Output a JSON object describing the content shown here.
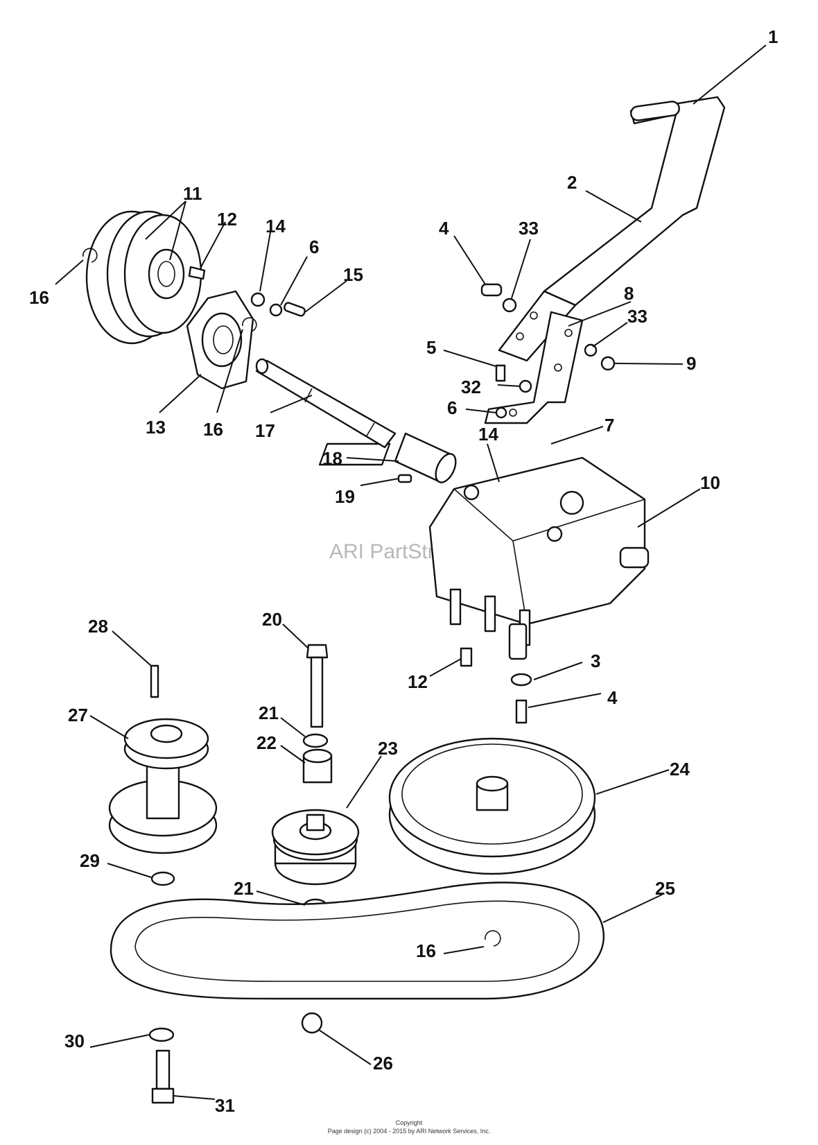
{
  "watermark": {
    "text": "ARI PartStream",
    "trademark": "™"
  },
  "footer": {
    "line1": "Copyright",
    "line2": "Page design (c) 2004 - 2015 by ARI Network Services, Inc."
  },
  "callouts": [
    {
      "id": "c1",
      "text": "1"
    },
    {
      "id": "c2",
      "text": "2"
    },
    {
      "id": "c4a",
      "text": "4"
    },
    {
      "id": "c33a",
      "text": "33"
    },
    {
      "id": "c8",
      "text": "8"
    },
    {
      "id": "c33b",
      "text": "33"
    },
    {
      "id": "c9",
      "text": "9"
    },
    {
      "id": "c5",
      "text": "5"
    },
    {
      "id": "c32",
      "text": "32"
    },
    {
      "id": "c6b",
      "text": "6"
    },
    {
      "id": "c7",
      "text": "7"
    },
    {
      "id": "c14b",
      "text": "14"
    },
    {
      "id": "c10",
      "text": "10"
    },
    {
      "id": "c11",
      "text": "11"
    },
    {
      "id": "c12a",
      "text": "12"
    },
    {
      "id": "c14a",
      "text": "14"
    },
    {
      "id": "c6a",
      "text": "6"
    },
    {
      "id": "c15",
      "text": "15"
    },
    {
      "id": "c16a",
      "text": "16"
    },
    {
      "id": "c13",
      "text": "13"
    },
    {
      "id": "c16b",
      "text": "16"
    },
    {
      "id": "c17",
      "text": "17"
    },
    {
      "id": "c18",
      "text": "18"
    },
    {
      "id": "c19",
      "text": "19"
    },
    {
      "id": "c20",
      "text": "20"
    },
    {
      "id": "c28",
      "text": "28"
    },
    {
      "id": "c12b",
      "text": "12"
    },
    {
      "id": "c3",
      "text": "3"
    },
    {
      "id": "c4b",
      "text": "4"
    },
    {
      "id": "c21a",
      "text": "21"
    },
    {
      "id": "c22",
      "text": "22"
    },
    {
      "id": "c23",
      "text": "23"
    },
    {
      "id": "c27",
      "text": "27"
    },
    {
      "id": "c24",
      "text": "24"
    },
    {
      "id": "c29",
      "text": "29"
    },
    {
      "id": "c21b",
      "text": "21"
    },
    {
      "id": "c25",
      "text": "25"
    },
    {
      "id": "c16c",
      "text": "16"
    },
    {
      "id": "c30",
      "text": "30"
    },
    {
      "id": "c26",
      "text": "26"
    },
    {
      "id": "c31",
      "text": "31"
    }
  ]
}
